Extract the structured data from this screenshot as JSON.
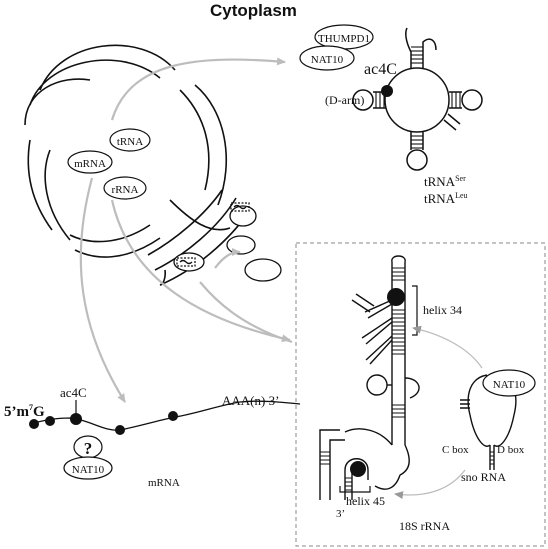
{
  "title": "Cytoplasm",
  "nucleus": {
    "labels": [
      "tRNA",
      "mRNA",
      "rRNA"
    ]
  },
  "trna_panel": {
    "enzymes": [
      "THUMPD1",
      "NAT10"
    ],
    "modification": "ac4C",
    "region": "(D-arm)",
    "species": [
      {
        "base": "tRNA",
        "sup": "Ser"
      },
      {
        "base": "tRNA",
        "sup": "Leu"
      }
    ]
  },
  "rrna_panel": {
    "helix_top": "helix 34",
    "helix_bottom": "helix 45",
    "enzyme": "NAT10",
    "c_box": "C box",
    "d_box": "D box",
    "sno": "sno RNA",
    "three_prime": "3’",
    "name": "18S rRNA"
  },
  "mrna_panel": {
    "five_prime": "5’m",
    "cap_sup": "7",
    "cap_g": "G",
    "modification": "ac4C",
    "polyA": "AAA(n) 3’",
    "unknown": "?",
    "enzyme": "NAT10",
    "name": "mRNA"
  },
  "colors": {
    "ink": "#111111",
    "arrow": "#bdbdbd",
    "dashed_border": "#888888"
  }
}
